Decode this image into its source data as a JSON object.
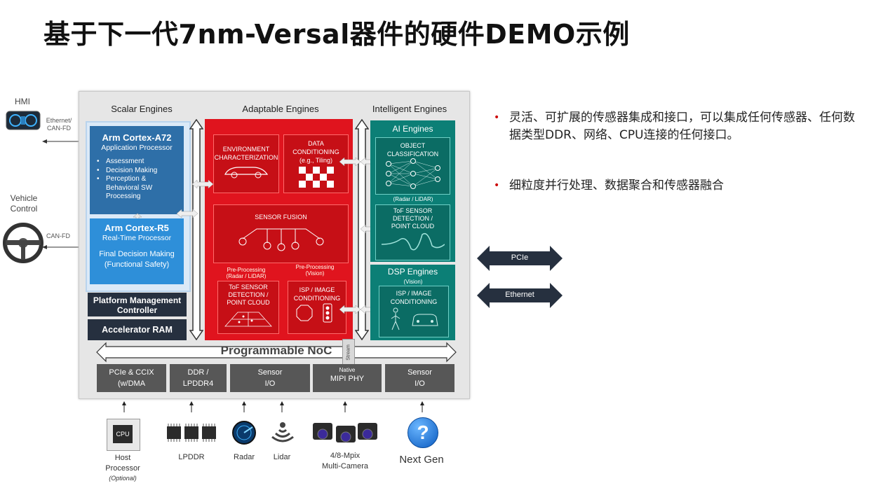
{
  "title": "基于下一代7nm-Versal器件的硬件DEMO示例",
  "left_side": {
    "hmi_label": "HMI",
    "hmi_link": "Ethernet/\nCAN-FD",
    "vehicle_label": "Vehicle\nControl",
    "vehicle_link": "CAN-FD"
  },
  "columns": {
    "scalar": "Scalar Engines",
    "adaptable": "Adaptable Engines",
    "intelligent": "Intelligent Engines"
  },
  "scalar": {
    "a72_title": "Arm Cortex-A72",
    "a72_sub": "Application Processor",
    "a72_items": [
      "Assessment",
      "Decision Making",
      "Perception &\nBehavioral SW\nProcessing"
    ],
    "r5_title": "Arm Cortex-R5",
    "r5_sub": "Real-Time Processor",
    "r5_desc": "Final Decision Making\n(Functional Safety)",
    "pmc": "Platform Management\nController",
    "ram": "Accelerator RAM"
  },
  "adaptable": {
    "env": "ENVIRONMENT\nCHARACTERIZATION",
    "data_cond": "DATA\nCONDITIONING\n(e.g., Tiling)",
    "fusion": "SENSOR FUSION",
    "pre1": "Pre-Processing\n(Radar / LiDAR)",
    "pre2": "Pre-Processing\n(Vision)",
    "tof": "ToF SENSOR\nDETECTION /\nPOINT CLOUD",
    "isp": "ISP / IMAGE\nCONDITIONING"
  },
  "intelligent": {
    "ai_title": "AI Engines",
    "obj": "OBJECT\nCLASSIFICATION",
    "radar_lidar": "(Radar / LiDAR)",
    "tof": "ToF SENSOR\nDETECTION /\nPOINT CLOUD",
    "dsp_title": "DSP Engines",
    "vision": "(Vision)",
    "isp": "ISP / IMAGE\nCONDITIONING"
  },
  "noc": {
    "label": "Programmable NoC",
    "stream": "Stream"
  },
  "io": [
    {
      "name": "io-pcie-ccix",
      "label": "PCIe & CCIX\n(w/DMA"
    },
    {
      "name": "io-ddr",
      "label": "DDR /\nLPDDR4"
    },
    {
      "name": "io-sensor-1",
      "label": "Sensor\nI/O"
    },
    {
      "name": "io-mipi",
      "label": "MIPI PHY",
      "small": "Native"
    },
    {
      "name": "io-sensor-2",
      "label": "Sensor\nI/O"
    }
  ],
  "bottom": {
    "cpu_chip": "CPU",
    "host": "Host\nProcessor",
    "host_opt": "(Optional)",
    "lpddr": "LPDDR",
    "radar": "Radar",
    "lidar": "Lidar",
    "camera": "4/8-Mpix\nMulti-Camera",
    "next_gen": "Next Gen",
    "next_gen_symbol": "?"
  },
  "links": {
    "pcie": "PCIe",
    "ethernet": "Ethernet"
  },
  "bullets": [
    "灵活、可扩展的传感器集成和接口，可以集成任何传感器、任何数据类型DDR、网络、CPU连接的任何接口。",
    "细粒度并行处理、数据聚合和传感器融合"
  ],
  "colors": {
    "red": "#e0141e",
    "teal": "#0c7f76",
    "blue": "#2e8fd9",
    "dark": "#26303f",
    "gray": "#575757"
  }
}
